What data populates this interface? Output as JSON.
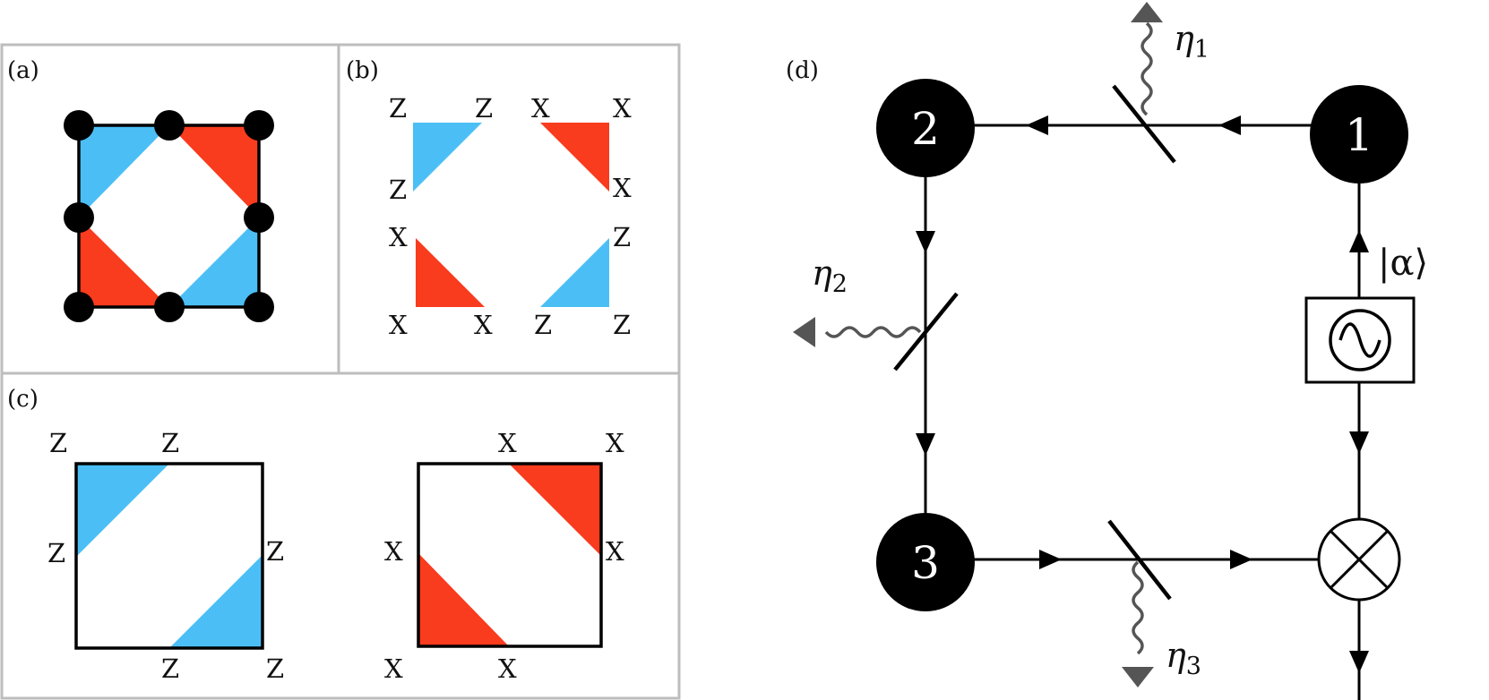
{
  "panels": {
    "a": {
      "label": "(a)"
    },
    "b": {
      "label": "(b)",
      "tri_tl": [
        "Z",
        "Z",
        "Z"
      ],
      "tri_tr": [
        "X",
        "X",
        "X"
      ],
      "tri_bl": [
        "X",
        "X",
        "X"
      ],
      "tri_br": [
        "Z",
        "Z",
        "Z"
      ]
    },
    "c": {
      "label": "(c)",
      "left_square": [
        "Z",
        "Z",
        "Z",
        "Z",
        "Z",
        "Z"
      ],
      "right_square": [
        "X",
        "X",
        "X",
        "X",
        "X",
        "X"
      ]
    },
    "d": {
      "label": "(d)",
      "nodes": [
        "1",
        "2",
        "3"
      ],
      "losses": [
        {
          "symbol": "η",
          "sub": "1"
        },
        {
          "symbol": "η",
          "sub": "2"
        },
        {
          "symbol": "η",
          "sub": "3"
        }
      ],
      "source_label": "|α⟩"
    }
  },
  "colors": {
    "z_plaquette": "#4bbff5",
    "x_plaquette": "#f93b1e",
    "panel_border": "#bdbdbd",
    "loss_arrow": "#555555",
    "ink": "#000000"
  }
}
